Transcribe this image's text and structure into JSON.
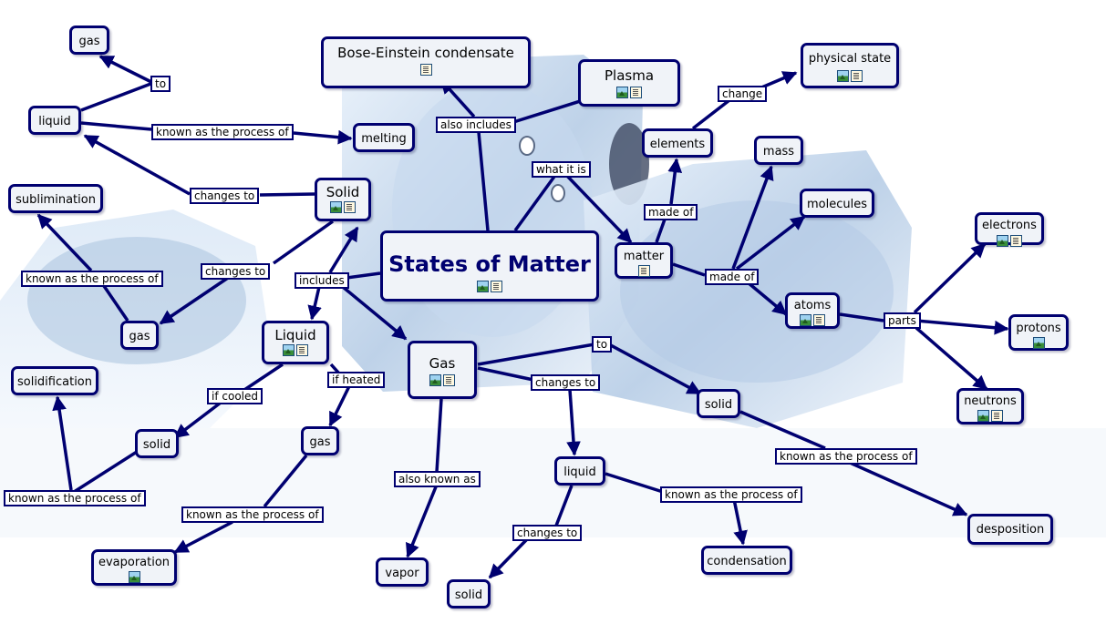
{
  "colors": {
    "line": "#000070",
    "node_fill": "#f0f3f8",
    "label_fill": "#ffffff"
  },
  "nodes": {
    "states_of_matter": "States of Matter",
    "bose_einstein": "Bose-Einstein condensate",
    "plasma": "Plasma",
    "physical_state": "physical state",
    "elements": "elements",
    "mass": "mass",
    "molecules": "molecules",
    "electrons": "electrons",
    "matter": "matter",
    "atoms": "atoms",
    "protons": "protons",
    "neutrons": "neutrons",
    "gas_top": "gas",
    "liquid_top": "liquid",
    "melting": "melting",
    "solid": "Solid",
    "sublimination": "sublimination",
    "gas_left": "gas",
    "liquid": "Liquid",
    "gas": "Gas",
    "solidification": "solidification",
    "solid_left": "solid",
    "gas_mid": "gas",
    "evaporation": "evaporation",
    "vapor": "vapor",
    "liquid_mid": "liquid",
    "solid_bottom": "solid",
    "condensation": "condensation",
    "solid_right": "solid",
    "desposition": "desposition"
  },
  "labels": {
    "to_top": "to",
    "known_melting": "known as the process of",
    "changes_to_liquid": "changes to",
    "known_sublimation": "known as the process of",
    "changes_to_gas": "changes to",
    "includes": "includes",
    "also_includes": "also includes",
    "what_it_is": "what it is",
    "change": "change",
    "made_of_1": "made of",
    "made_of_2": "made of",
    "parts": "parts",
    "if_cooled": "if cooled",
    "if_heated": "if heated",
    "known_solidification": "known as the process of",
    "known_evaporation": "known as the process of",
    "also_known_as": "also known as",
    "changes_to_liquid2": "changes to",
    "to_solid": "to",
    "changes_to_solid": "changes to",
    "known_condensation": "known as the process of",
    "known_deposition": "known as the process of"
  }
}
